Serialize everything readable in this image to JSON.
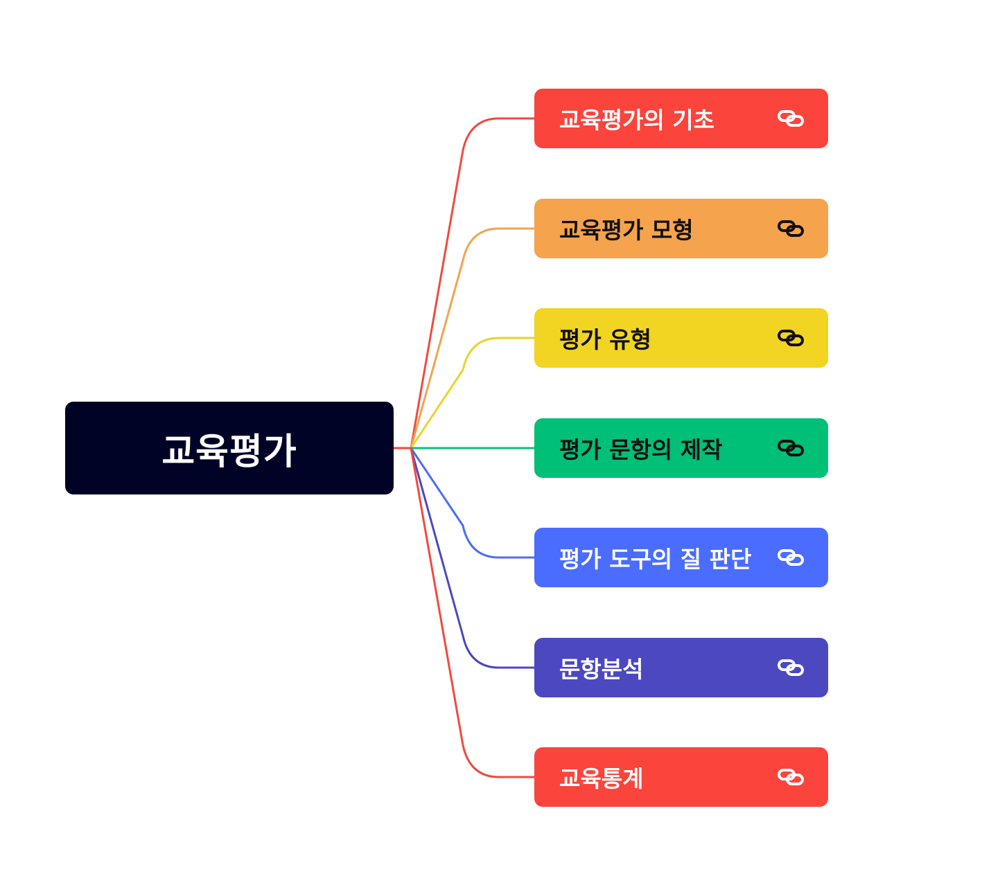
{
  "root": {
    "label": "교육평가",
    "background": "#000325",
    "text_color": "#ffffff"
  },
  "branches": [
    {
      "label": "교육평가의 기초",
      "background": "#fa443c",
      "text_color": "#ffffff",
      "line_color": "#f04a3e",
      "icon": "link-icon"
    },
    {
      "label": "교육평가 모형",
      "background": "#f5a34c",
      "text_color": "#111111",
      "line_color": "#f0a450",
      "icon": "link-icon"
    },
    {
      "label": "평가 유형",
      "background": "#f2d422",
      "text_color": "#111111",
      "line_color": "#ecd22b",
      "icon": "link-icon"
    },
    {
      "label": "평가 문항의 제작",
      "background": "#00bf77",
      "text_color": "#111111",
      "line_color": "#12bd7c",
      "icon": "link-icon"
    },
    {
      "label": "평가 도구의 질 판단",
      "background": "#4a6cff",
      "text_color": "#ffffff",
      "line_color": "#4b6cf5",
      "icon": "link-icon"
    },
    {
      "label": "문항분석",
      "background": "#4b48c0",
      "text_color": "#ffffff",
      "line_color": "#4a48be",
      "icon": "link-icon"
    },
    {
      "label": "교육통계",
      "background": "#fa443c",
      "text_color": "#ffffff",
      "line_color": "#f04a3e",
      "icon": "link-icon"
    }
  ]
}
